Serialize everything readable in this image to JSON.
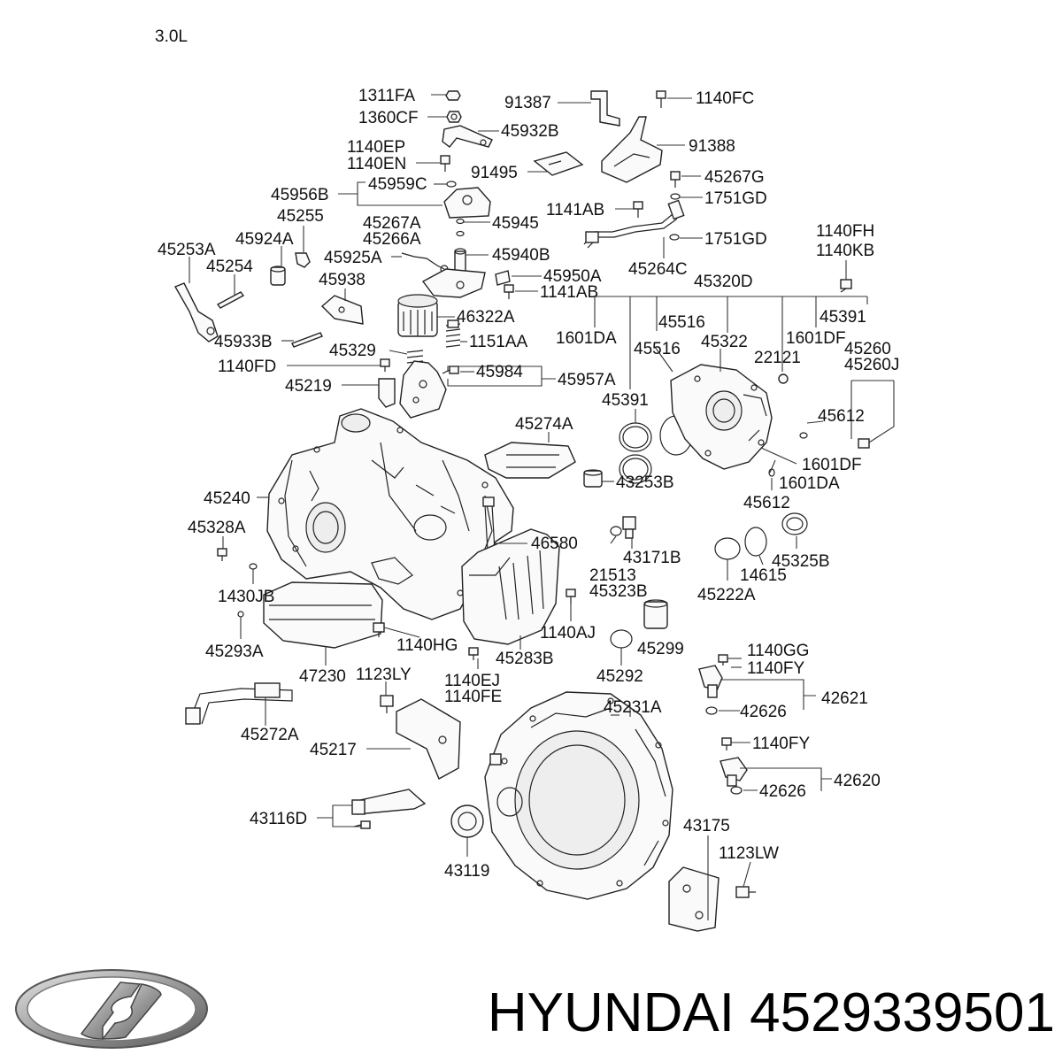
{
  "engine_label": "3.0L",
  "brand": {
    "name": "HYUNDAI",
    "part_number": "4529339501"
  },
  "icons": [
    "hyundai-logo-icon"
  ],
  "part_labels": [
    "1311FA",
    "1360CF",
    "91387",
    "1140FC",
    "45932B",
    "91388",
    "1140EP",
    "1140EN",
    "91495",
    "45267G",
    "45959C",
    "45956B",
    "1751GD",
    "45255",
    "45267A",
    "45945",
    "1141AB",
    "45266A",
    "1751GD",
    "45924A",
    "45253A",
    "45925A",
    "45940B",
    "45264C",
    "1140FH",
    "1140KB",
    "45254",
    "45950A",
    "1141AB",
    "45938",
    "45320D",
    "46322A",
    "45516",
    "45391",
    "1601DA",
    "45516",
    "45322",
    "1601DF",
    "45933B",
    "45329",
    "1151AA",
    "22121",
    "45260",
    "45260J",
    "1140FD",
    "45984",
    "45957A",
    "45219",
    "45391",
    "45612",
    "45274A",
    "1601DF",
    "45240",
    "43253B",
    "1601DA",
    "45612",
    "45328A",
    "46580",
    "21513",
    "43171B",
    "45325B",
    "14615",
    "45323B",
    "45222A",
    "1430JB",
    "1140AJ",
    "45299",
    "45293A",
    "1140HG",
    "45283B",
    "1140GG",
    "47230",
    "1123LY",
    "1140EJ",
    "1140FE",
    "45292",
    "1140FY",
    "45231A",
    "42626",
    "42621",
    "45272A",
    "45217",
    "1140FY",
    "42620",
    "42626",
    "43116D",
    "43175",
    "1123LW",
    "43119"
  ]
}
